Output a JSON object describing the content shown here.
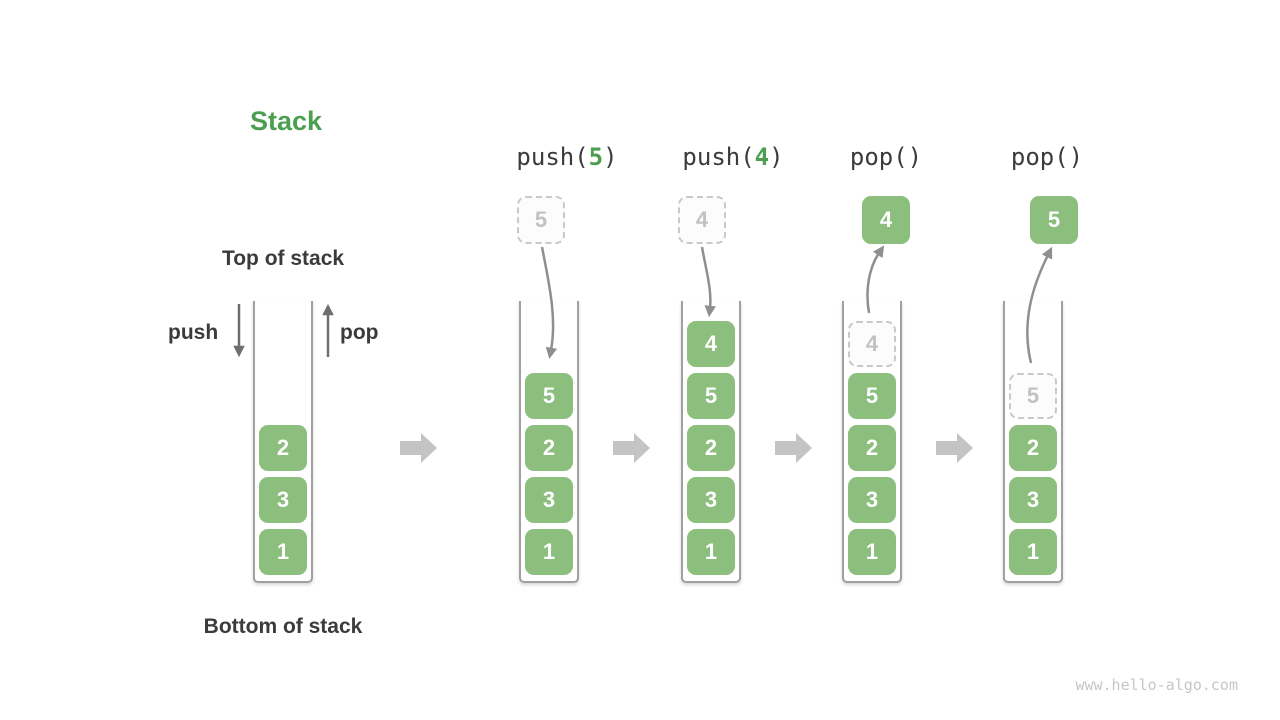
{
  "title": {
    "text": "Stack"
  },
  "labels": {
    "top": "Top of stack",
    "bottom": "Bottom of stack",
    "push": "push",
    "pop": "pop"
  },
  "watermark": "www.hello-algo.com",
  "colors": {
    "accent_green": "#8CBE7D",
    "title_green": "#4c9e50",
    "text_dark": "#3b3b3b",
    "container_border": "#a0a0a0",
    "ghost_border": "#c9c9c9",
    "ghost_text": "#c2c2c2",
    "arrow_dark": "#6e6e6e",
    "arrow_gray": "#8f8f8f",
    "flow_arrow": "#c4c4c4",
    "watermark": "#c6c6c6"
  },
  "stacks": [
    {
      "name": "initial",
      "header": null,
      "above": null,
      "items": [
        {
          "value": "2"
        },
        {
          "value": "3"
        },
        {
          "value": "1"
        }
      ]
    },
    {
      "name": "push-5",
      "header": [
        {
          "text": "push("
        },
        {
          "text": "5",
          "green": true
        },
        {
          "text": ")"
        }
      ],
      "above": {
        "value": "5",
        "kind": "pending"
      },
      "items": [
        {
          "value": "5"
        },
        {
          "value": "2"
        },
        {
          "value": "3"
        },
        {
          "value": "1"
        }
      ]
    },
    {
      "name": "push-4",
      "header": [
        {
          "text": "push("
        },
        {
          "text": "4",
          "green": true
        },
        {
          "text": ")"
        }
      ],
      "above": {
        "value": "4",
        "kind": "pending"
      },
      "items": [
        {
          "value": "4"
        },
        {
          "value": "5"
        },
        {
          "value": "2"
        },
        {
          "value": "3"
        },
        {
          "value": "1"
        }
      ]
    },
    {
      "name": "pop-4",
      "header": [
        {
          "text": "pop()"
        }
      ],
      "above": {
        "value": "4",
        "kind": "popped"
      },
      "items": [
        {
          "value": "4",
          "ghost": true
        },
        {
          "value": "5"
        },
        {
          "value": "2"
        },
        {
          "value": "3"
        },
        {
          "value": "1"
        }
      ]
    },
    {
      "name": "pop-5",
      "header": [
        {
          "text": "pop()"
        }
      ],
      "above": {
        "value": "5",
        "kind": "popped"
      },
      "items": [
        {
          "value": "5",
          "ghost": true
        },
        {
          "value": "2"
        },
        {
          "value": "3"
        },
        {
          "value": "1"
        }
      ]
    }
  ]
}
